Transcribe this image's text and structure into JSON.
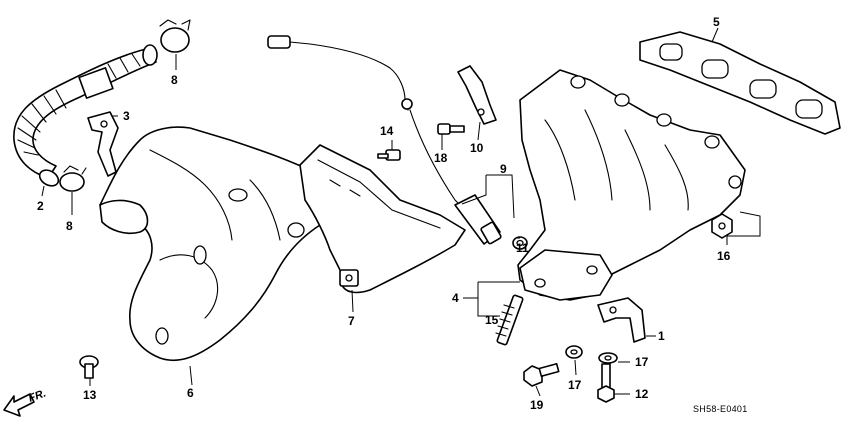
{
  "callouts": {
    "c1": "1",
    "c2": "2",
    "c3": "3",
    "c4": "4",
    "c5": "5",
    "c6": "6",
    "c7": "7",
    "c8a": "8",
    "c8b": "8",
    "c9": "9",
    "c10": "10",
    "c11": "11",
    "c12": "12",
    "c13": "13",
    "c14": "14",
    "c15": "15",
    "c16": "16",
    "c17a": "17",
    "c17b": "17",
    "c18": "18",
    "c19": "19"
  },
  "diagram_code": "SH58-E0401",
  "front_label": "FR."
}
